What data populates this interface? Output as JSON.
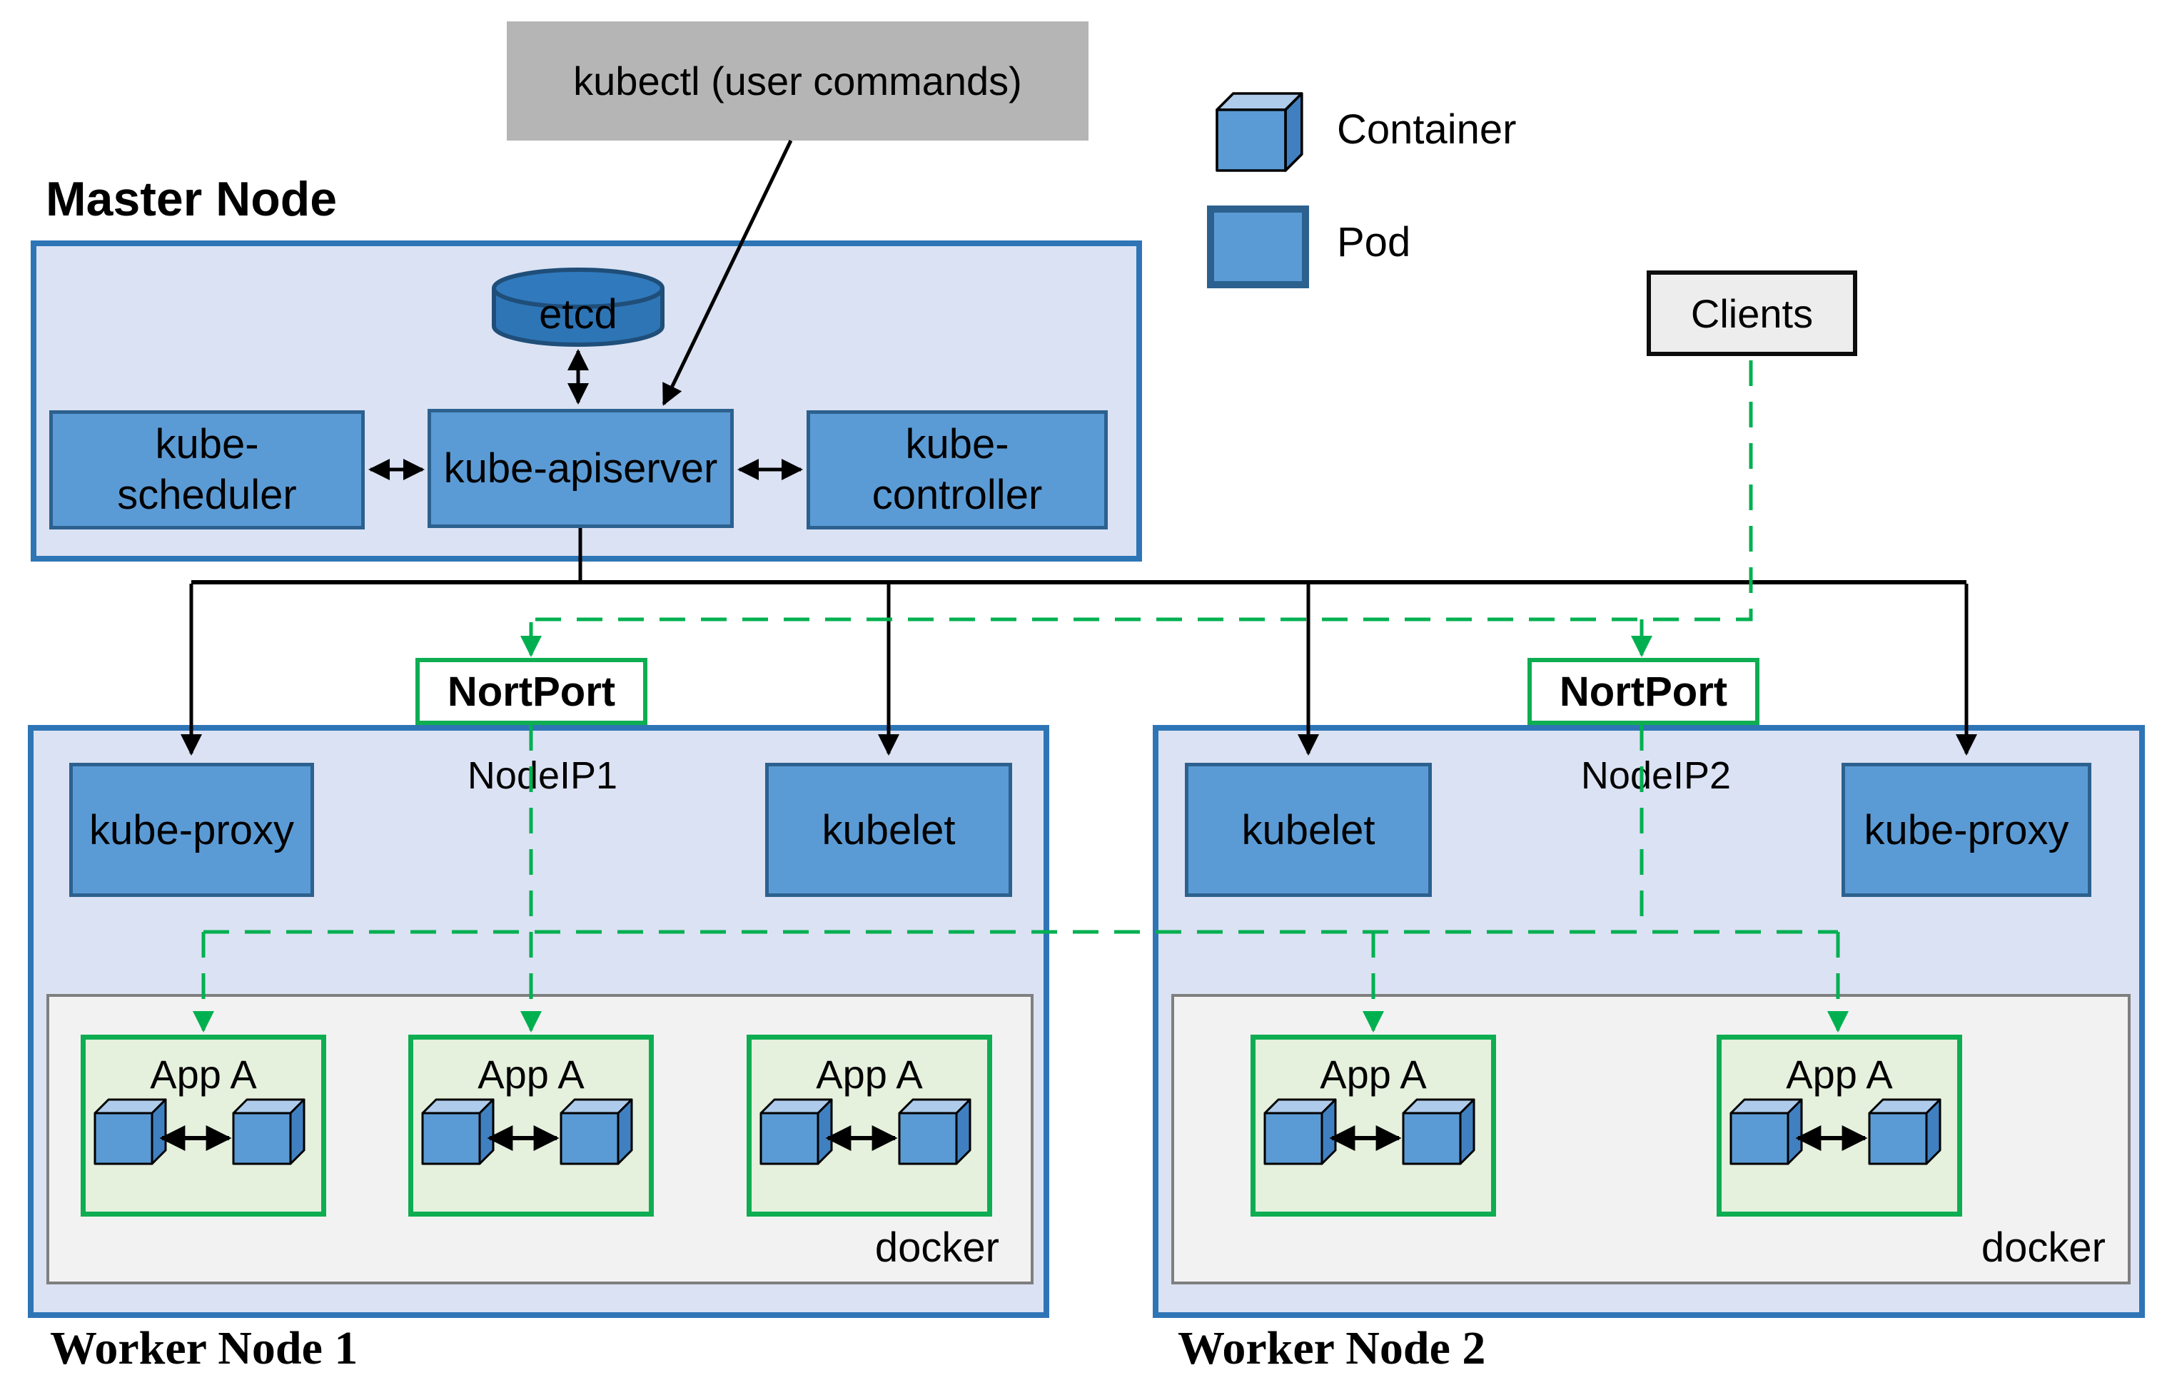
{
  "kubectl": {
    "label": "kubectl (user commands)"
  },
  "legend": {
    "container_label": "Container",
    "pod_label": "Pod"
  },
  "clients": {
    "label": "Clients"
  },
  "master": {
    "title": "Master Node",
    "etcd_label": "etcd",
    "scheduler_label": "kube-\nscheduler",
    "apiserver_label": "kube-apiserver",
    "controller_label": "kube-\ncontroller"
  },
  "workers": [
    {
      "title": "Worker Node 1",
      "nodeport_label": "NortPort",
      "node_ip": "NodeIP1",
      "kube_proxy_label": "kube-proxy",
      "kubelet_label": "kubelet",
      "docker_label": "docker",
      "pods": [
        {
          "label": "App A"
        },
        {
          "label": "App A"
        },
        {
          "label": "App A"
        }
      ]
    },
    {
      "title": "Worker Node 2",
      "nodeport_label": "NortPort",
      "node_ip": "NodeIP2",
      "kube_proxy_label": "kube-proxy",
      "kubelet_label": "kubelet",
      "docker_label": "docker",
      "pods": [
        {
          "label": "App A"
        },
        {
          "label": "App A"
        }
      ]
    }
  ],
  "colors": {
    "box_fill_blue": "#5b9bd5",
    "box_border_blue": "#2c618f",
    "node_fill": "#dbe2f3",
    "node_border": "#2e75b6",
    "cylinder_fill": "#2e75b6",
    "cylinder_border": "#1f4e79",
    "cube_top": "#aecbeb",
    "cube_side": "#4080c0",
    "green_line": "#00b050",
    "green_border": "#0ead52",
    "pod_fill_green": "#e5f0dd",
    "kubectl_gray": "#b5b5b5",
    "docker_fill": "#f2f2f2",
    "docker_border": "#7f7f7f",
    "clients_fill": "#ededed",
    "line_black": "#000000"
  }
}
